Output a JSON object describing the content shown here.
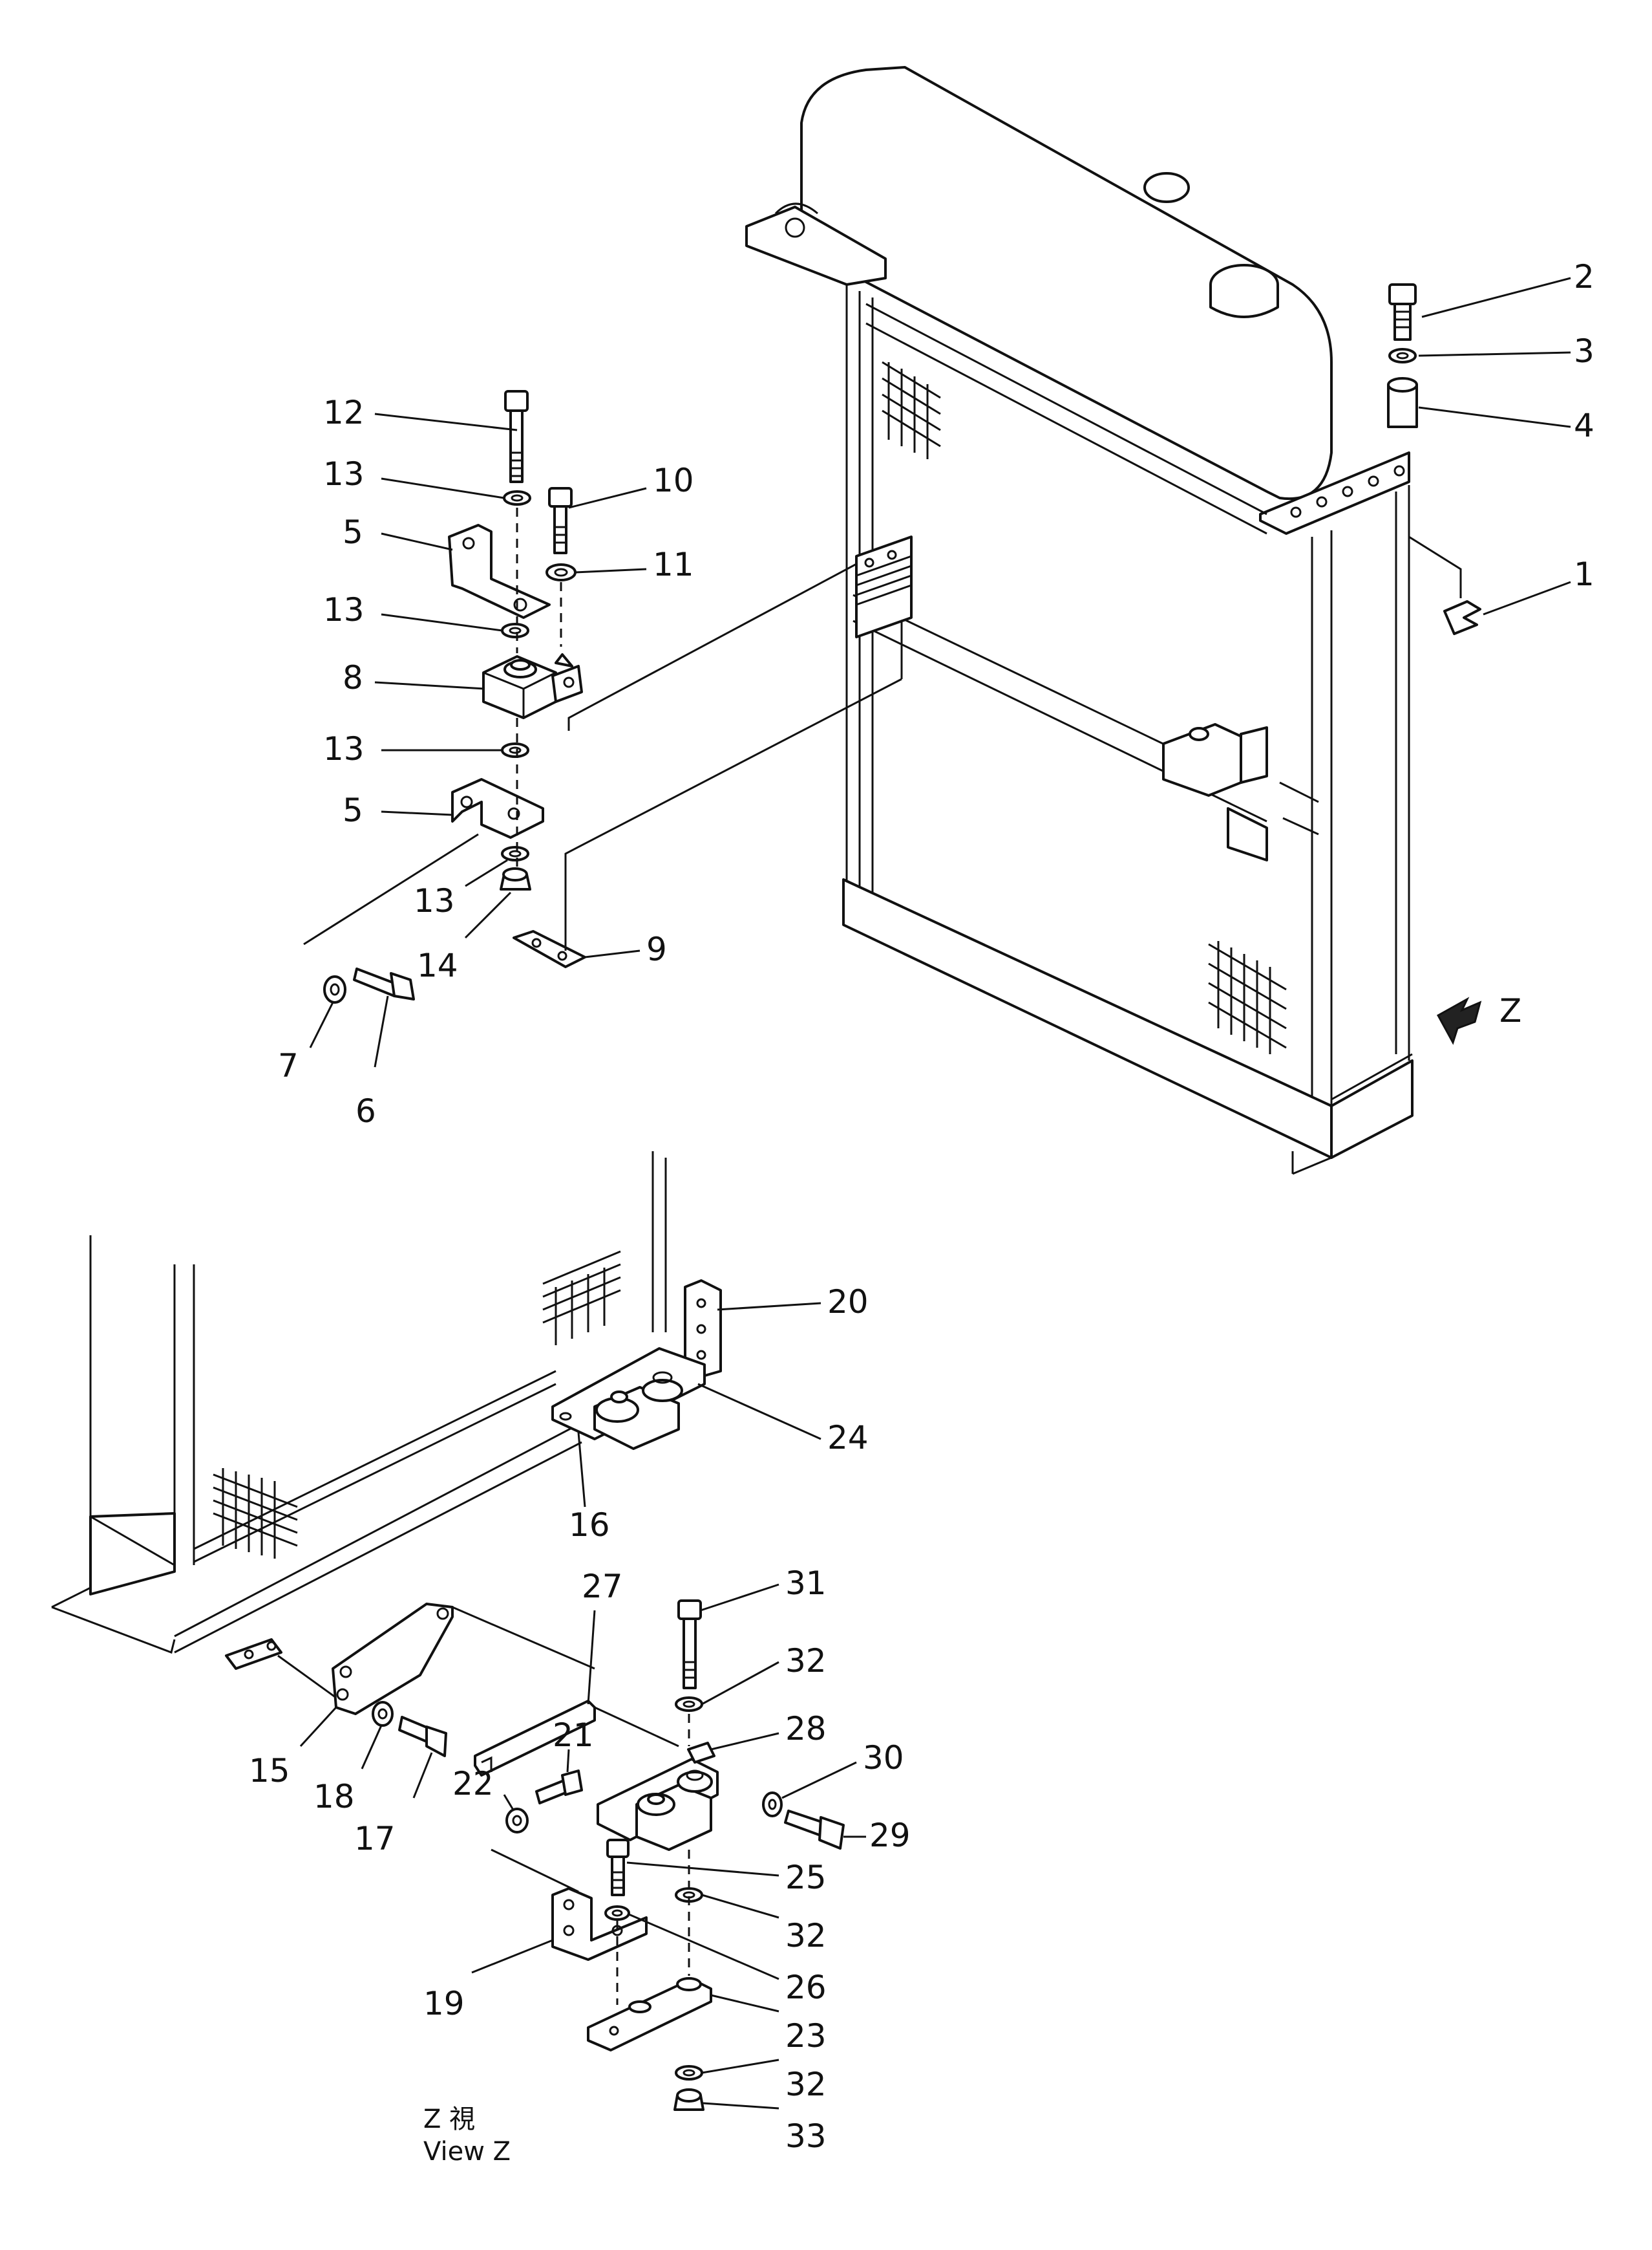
{
  "diagram": {
    "callouts": {
      "c1": "1",
      "c2": "2",
      "c3": "3",
      "c4": "4",
      "c5a": "5",
      "c5b": "5",
      "c6": "6",
      "c7": "7",
      "c8": "8",
      "c9": "9",
      "c10": "10",
      "c11": "11",
      "c12": "12",
      "c13a": "13",
      "c13b": "13",
      "c13c": "13",
      "c13d": "13",
      "c14": "14",
      "c15": "15",
      "c16": "16",
      "c17": "17",
      "c18": "18",
      "c19": "19",
      "c20": "20",
      "c21": "21",
      "c22": "22",
      "c23": "23",
      "c24": "24",
      "c25": "25",
      "c26": "26",
      "c27": "27",
      "c28": "28",
      "c29": "29",
      "c30": "30",
      "c31": "31",
      "c32a": "32",
      "c32b": "32",
      "c32c": "32",
      "c33": "33"
    },
    "view_arrow_label": "Z",
    "view_caption_jp": "Z 視",
    "view_caption_en": "View Z"
  }
}
